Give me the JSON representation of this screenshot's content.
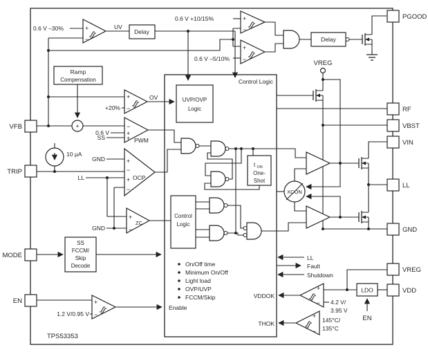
{
  "part_number": "TPS53353",
  "pins": {
    "vfb": "VFB",
    "trip": "TRIP",
    "mode": "MODE",
    "en": "EN",
    "pgood": "PGOOD",
    "rf": "RF",
    "vbst": "VBST",
    "vin": "VIN",
    "ll": "LL",
    "gnd": "GND",
    "vreg": "VREG",
    "vdd": "VDD"
  },
  "thresholds": {
    "uv_ref": "0.6 V –30%",
    "pg_upper": "0.6 V +10/15%",
    "pg_lower": "0.6 V –5/10%",
    "ov_ref": "+20%",
    "pwm_ref": "0.6 V",
    "pwm_ss": "SS",
    "en_ref": "1.2 V/0.95 V",
    "vdd_ref1": "4.2 V/",
    "vdd_ref2": "3.95 V",
    "temp_ref1": "145°C/",
    "temp_ref2": "135°C",
    "trip_current": "10 µA"
  },
  "signals": {
    "uv": "UV",
    "ov": "OV",
    "pwm": "PWM",
    "ocp": "OCP",
    "zc": "ZC",
    "enable": "Enable",
    "ll": "LL",
    "fault": "Fault",
    "shutdown": "Shutdown",
    "vddok": "VDDOK",
    "thok": "THOK",
    "en": "EN",
    "vreg_rail": "VREG",
    "gnd1": "GND",
    "gnd2": "GND"
  },
  "blocks": {
    "delay1": "Delay",
    "delay2": "Delay",
    "ramp_line1": "Ramp",
    "ramp_line2": "Compensation",
    "uvp_line1": "UVP/OVP",
    "uvp_line2": "Logic",
    "control_logic": "Control Logic",
    "inner_line1": "Control",
    "inner_line2": "Logic",
    "oneshot_t": "t",
    "oneshot_sub": "ON",
    "oneshot_line2": "One-",
    "oneshot_line3": "Shot",
    "decode_line1": "SS",
    "decode_line2": "FCCM/",
    "decode_line3": "Skip",
    "decode_line4": "Decode",
    "ldo": "LDO",
    "xcon": "XCON"
  },
  "bullets": [
    "On/Off time",
    "Minimum On/Off",
    "Light load",
    "OVP/UVP",
    "FCCM/Skip"
  ],
  "sym": {
    "plus": "+",
    "minus": "−",
    "sum": "+"
  }
}
